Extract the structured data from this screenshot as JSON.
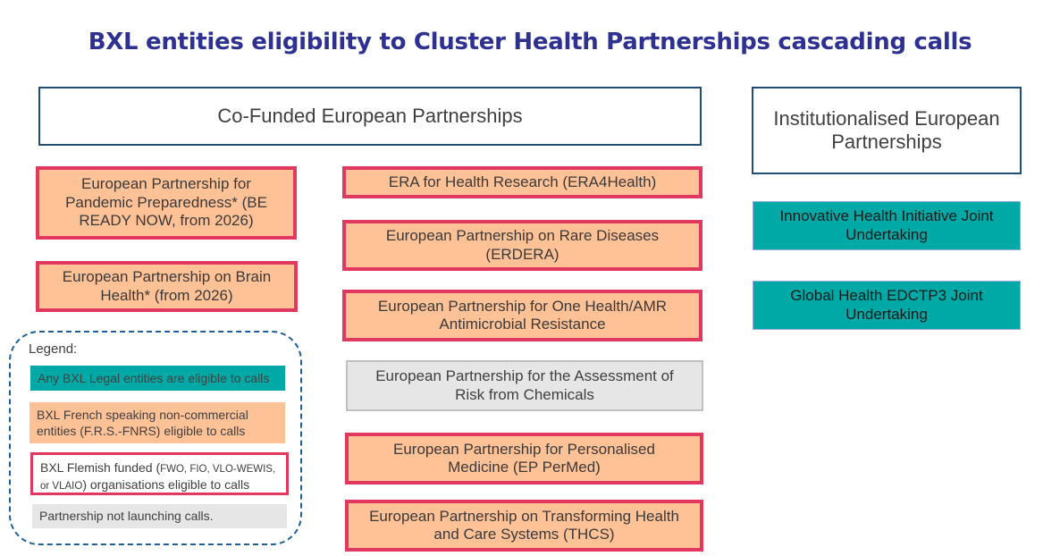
{
  "title": "BXL entities eligibility to Cluster Health Partnerships cascading calls",
  "headers": {
    "cofunded": "Co-Funded European Partnerships",
    "institutionalised": "Institutionalised European Partnerships"
  },
  "left": [
    {
      "label": "European Partnership for Pandemic Preparedness* (BE READY NOW, from 2026)"
    },
    {
      "label": "European Partnership on Brain Health* (from 2026)"
    }
  ],
  "middle": [
    {
      "label": "ERA for Health Research (ERA4Health)"
    },
    {
      "label": "European Partnership on Rare Diseases (ERDERA)"
    },
    {
      "label": "European Partnership for One Health/AMR Antimicrobial Resistance"
    },
    {
      "label": "European Partnership for the Assessment of Risk from Chemicals"
    },
    {
      "label": "European Partnership for Personalised Medicine (EP PerMed)"
    },
    {
      "label": "European Partnership on Transforming Health and Care Systems (THCS)"
    }
  ],
  "right": [
    {
      "label": "Innovative Health Initiative Joint Undertaking"
    },
    {
      "label": "Global Health EDCTP3 Joint Undertaking"
    }
  ],
  "legend": {
    "title": "Legend:",
    "teal": "Any BXL Legal entities are eligible to calls",
    "orange": "BXL French speaking non-commercial entities (F.R.S.-FNRS) eligible to calls",
    "red_a": "BXL Flemish funded (",
    "red_b": "FWO, FIO, VLO-WEWIS, or VLAIO",
    "red_c": ") organisations eligible to calls",
    "grey": "Partnership not launching calls."
  },
  "colors": {
    "title": "#2e3192",
    "orange": "#ffc196",
    "red": "#e0385e",
    "teal": "#00a9a5",
    "grey": "#e6e6e6"
  }
}
